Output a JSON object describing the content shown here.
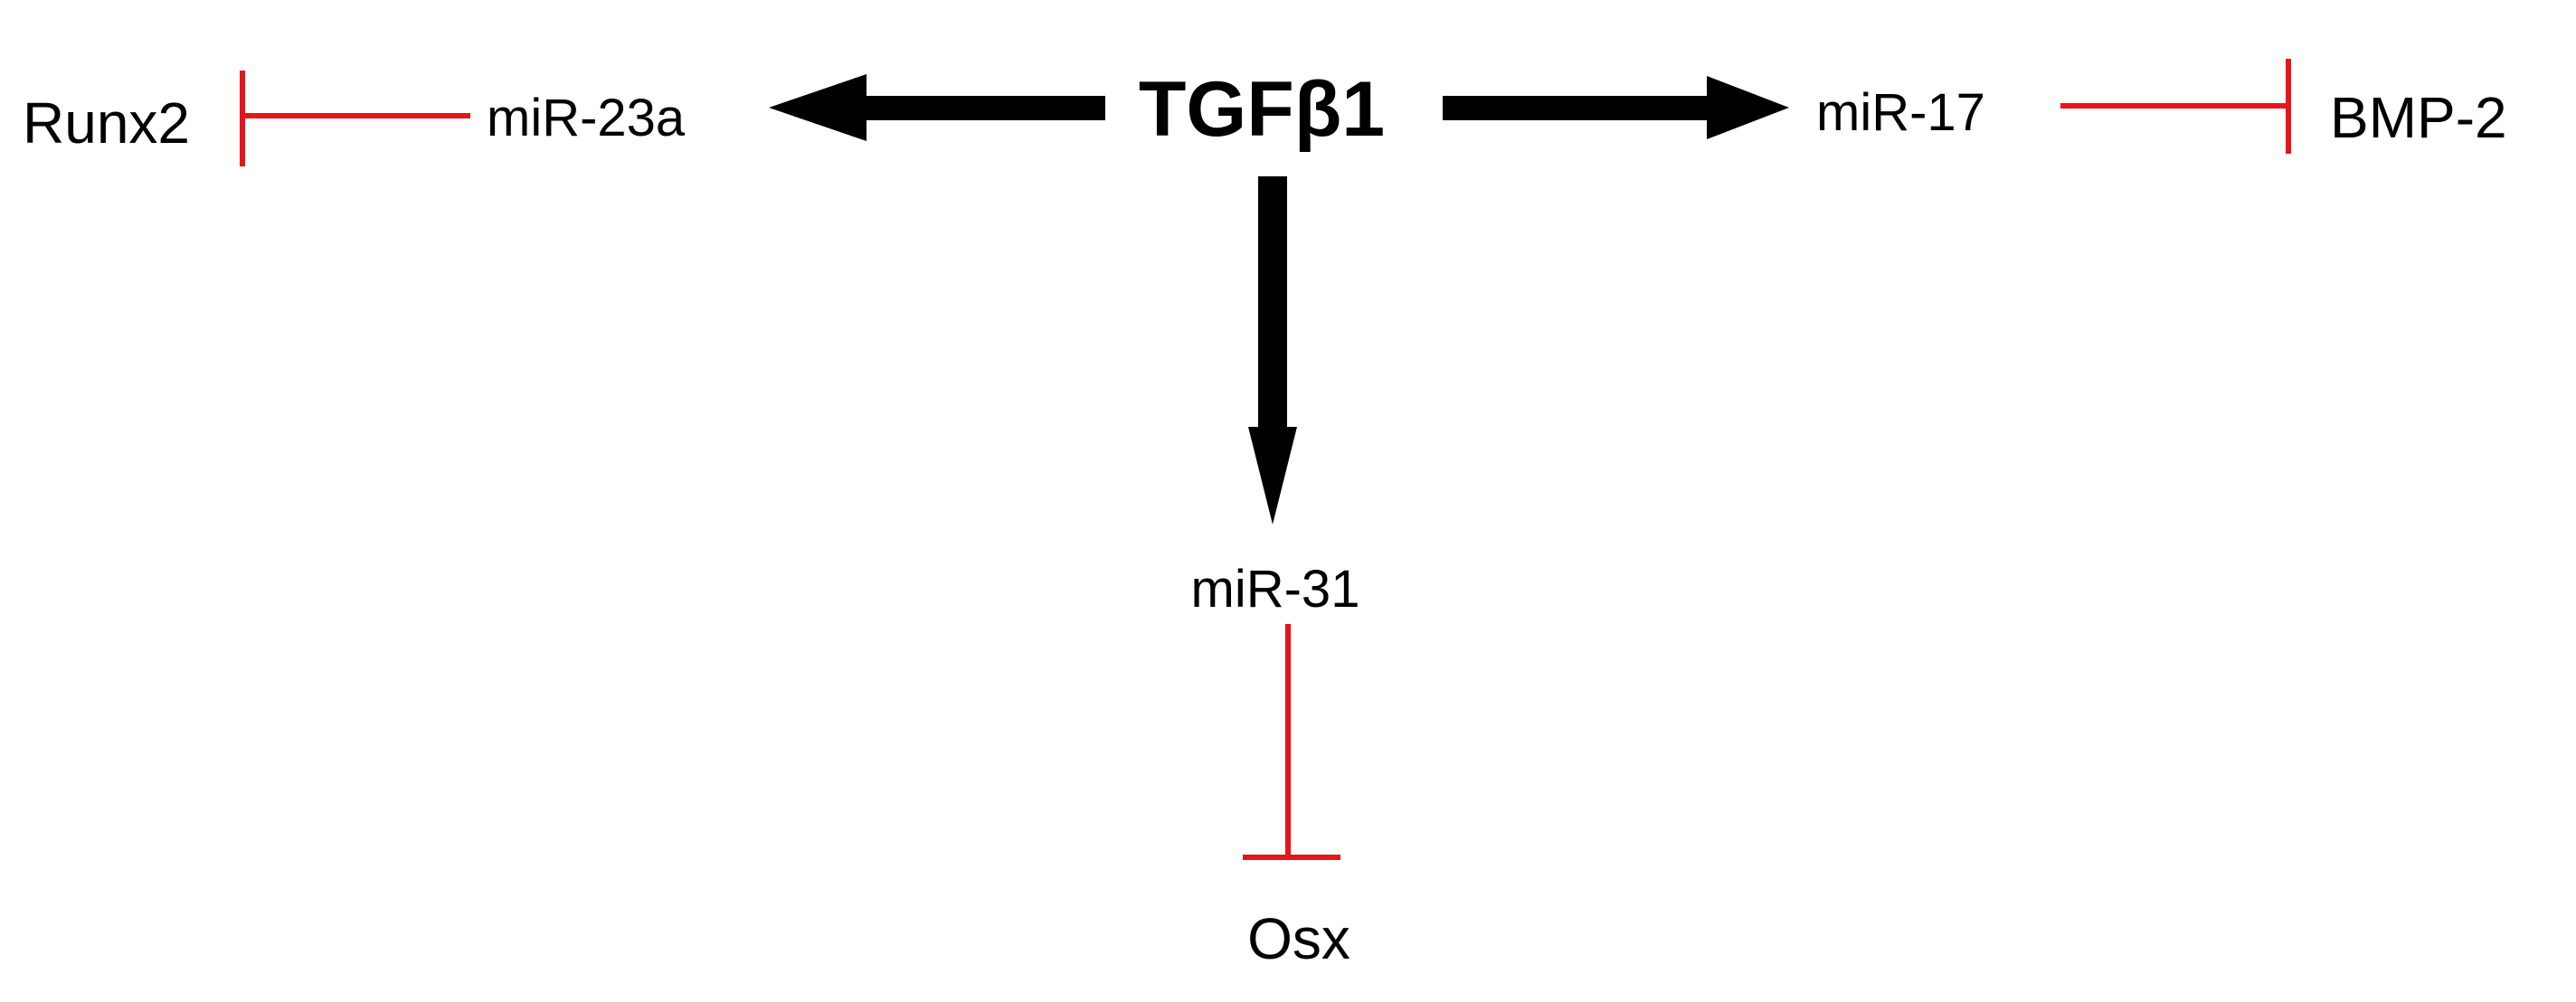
{
  "nodes": {
    "hub": "TGFβ1",
    "mir_left": "miR-23a",
    "mir_right": "miR-17",
    "mir_down": "miR-31",
    "target_left": "Runx2",
    "target_right": "BMP-2",
    "target_down": "Osx"
  },
  "colors": {
    "activation": "#000000",
    "inhibition": "#e8141c",
    "text": "#000000"
  }
}
